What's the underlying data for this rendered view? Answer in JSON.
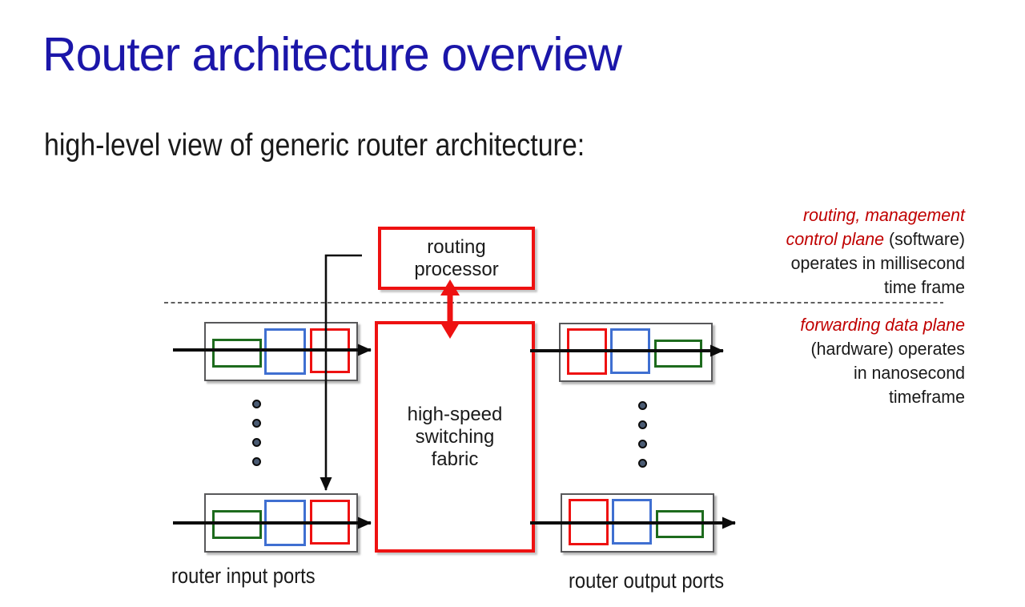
{
  "slide": {
    "title": "Router architecture overview",
    "subtitle": "high-level view of generic router architecture:"
  },
  "diagram": {
    "routing_processor_label": "routing\nprocessor",
    "switching_fabric_label": "high-speed\nswitching\nfabric",
    "input_ports_label": "router input ports",
    "output_ports_label": "router output ports"
  },
  "annotations": {
    "control_plane": {
      "line1_red": "routing, management",
      "line2_red": "control plane",
      "line2_black": " (software)",
      "line3": "operates in millisecond",
      "line4": "time frame"
    },
    "data_plane": {
      "line1_red": "forwarding data plane",
      "line2": "(hardware) operates",
      "line3": "in nanosecond",
      "line4": "timeframe"
    }
  },
  "colors": {
    "title-blue": "#1b16a9",
    "accent-red": "#ee1111",
    "annotation-red": "#c00000",
    "packet-green": "#1d6b1d",
    "packet-blue": "#3f6fd1",
    "port-gray": "#58585a",
    "dot-fill": "#4a5b73",
    "ink": "#1a1a1a"
  }
}
